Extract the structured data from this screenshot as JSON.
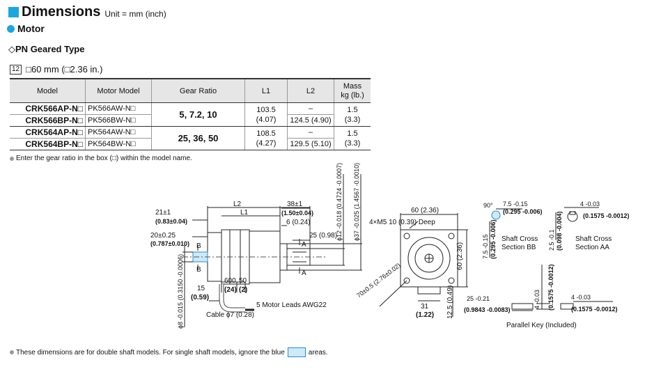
{
  "header": {
    "title": "Dimensions",
    "unit": "Unit = mm (inch)"
  },
  "section": {
    "title": "Motor"
  },
  "type_heading": {
    "prefix": "◇PN",
    "name": "Geared Type"
  },
  "frame": {
    "badge": "12",
    "size": "□60 mm (□2.36 in.)"
  },
  "table": {
    "headers": [
      "Model",
      "Motor Model",
      "Gear Ratio",
      "L1",
      "L2",
      "Mass\nkg (lb.)"
    ],
    "groups": [
      {
        "gear_ratio": "5, 7.2, 10",
        "l1": "103.5\n(4.07)",
        "mass": "1.5\n(3.3)",
        "rows": [
          {
            "model": "CRK566AP-N□",
            "motor": "PK566AW-N□",
            "l2": "–"
          },
          {
            "model": "CRK566BP-N□",
            "motor": "PK566BW-N□",
            "l2": "124.5 (4.90)"
          }
        ]
      },
      {
        "gear_ratio": "25, 36, 50",
        "l1": "108.5\n(4.27)",
        "mass": "1.5\n(3.3)",
        "rows": [
          {
            "model": "CRK564AP-N□",
            "motor": "PK564AW-N□",
            "l2": "–"
          },
          {
            "model": "CRK564BP-N□",
            "motor": "PK564BW-N□",
            "l2": "129.5 (5.10)"
          }
        ]
      }
    ]
  },
  "notes": {
    "gear_ratio": "Enter the gear ratio in the box (□) within the model name.",
    "double_shaft_pre": "These dimensions are for double shaft models. For single shaft models, ignore the blue",
    "double_shaft_post": "areas."
  },
  "drawing": {
    "side": {
      "l2": "L2",
      "l1": "L1",
      "d21": "21±1",
      "d21_in": "(0.83±0.04)",
      "d38": "38±1",
      "d38_in": "(1.50±0.04)",
      "d6": "6 (0.24)",
      "d20": "20±0.25",
      "d20_in": "(0.787±0.010)",
      "d25": "25 (0.98)",
      "d12": "ϕ12 -0.018 (0.4724 -0.0007)",
      "d37": "ϕ37 -0.025 (1.4567 -0.0010)",
      "d8": "ϕ8 -0.015 (0.3150 -0.0006)",
      "d15": "15",
      "d15_in": "(0.59)",
      "d600": "600",
      "d600_in": "(24)",
      "d50": "50",
      "d50_in": "(2)",
      "label_b1": "B",
      "label_b2": "B",
      "label_a1": "A",
      "label_a2": "A",
      "leads": "5 Motor Leads AWG22",
      "cable": "Cable ϕ7 (0.28)"
    },
    "front": {
      "d60": "60 (2.36)",
      "screw": "4×M5 10 (0.39) Deep",
      "d60v": "60 (2.36)",
      "d70": "70±0.5 (2.76±0.02)",
      "d31": "31",
      "d31_in": "(1.22)",
      "d125": "12.5 (0.49)"
    },
    "sections": {
      "bb_angle": "90°",
      "bb_w": "7.5 -0.15",
      "bb_w_in": "(0.295 -0.006)",
      "bb_h": "7.5 -0.15",
      "bb_h_in": "(0.295 -0.006)",
      "bb_label": "Shaft Cross\nSection BB",
      "aa_w": "4 -0.03",
      "aa_w_in": "(0.1575 -0.0012)",
      "aa_h": "2.5 -0.1",
      "aa_h_in": "(0.098 -0.004)",
      "aa_label": "Shaft Cross\nSection AA",
      "key_l": "25 -0.21",
      "key_l_in": "(0.9843 -0.0083)",
      "key_h": "4 -0.03",
      "key_h_in": "(0.1575 -0.0012)",
      "key_w": "4 -0.03",
      "key_w_in": "(0.1575 -0.0012)",
      "key_label": "Parallel Key (Included)"
    }
  },
  "colors": {
    "accent": "#1aa6e0",
    "shaft_blue": "#cde9fa",
    "header_bg": "#e6e6e6"
  }
}
